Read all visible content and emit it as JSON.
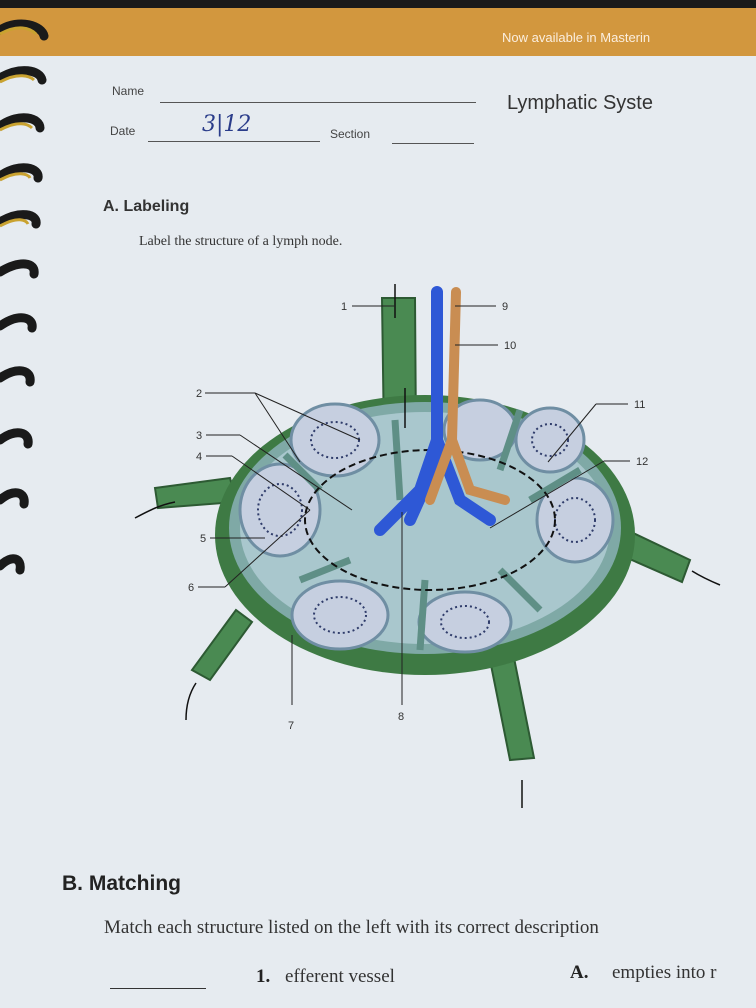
{
  "banner": {
    "text": "Now available in Masterin"
  },
  "header": {
    "name_label": "Name",
    "date_label": "Date",
    "date_value": "3|12",
    "section_label": "Section",
    "title": "Lymphatic Syste"
  },
  "section_a": {
    "heading": "A. Labeling",
    "instruction": "Label the structure of a lymph node."
  },
  "diagram": {
    "labels": [
      "1",
      "2",
      "3",
      "4",
      "5",
      "6",
      "7",
      "8",
      "9",
      "10",
      "11",
      "12"
    ]
  },
  "section_b": {
    "heading": "B. Matching",
    "instruction": "Match each structure listed on the left with its correct description",
    "items": [
      {
        "number": "1.",
        "text": "efferent vessel"
      }
    ],
    "descriptions": [
      {
        "letter": "A.",
        "text": "empties into r"
      }
    ]
  },
  "colors": {
    "banner": "#d2973e",
    "paper": "#e6ebf0",
    "capsule": "#3e7a44",
    "node_fill": "#a9c7cd",
    "follicle": "#c6cfe0",
    "vein": "#2e58d6",
    "artery": "#c98d52"
  }
}
